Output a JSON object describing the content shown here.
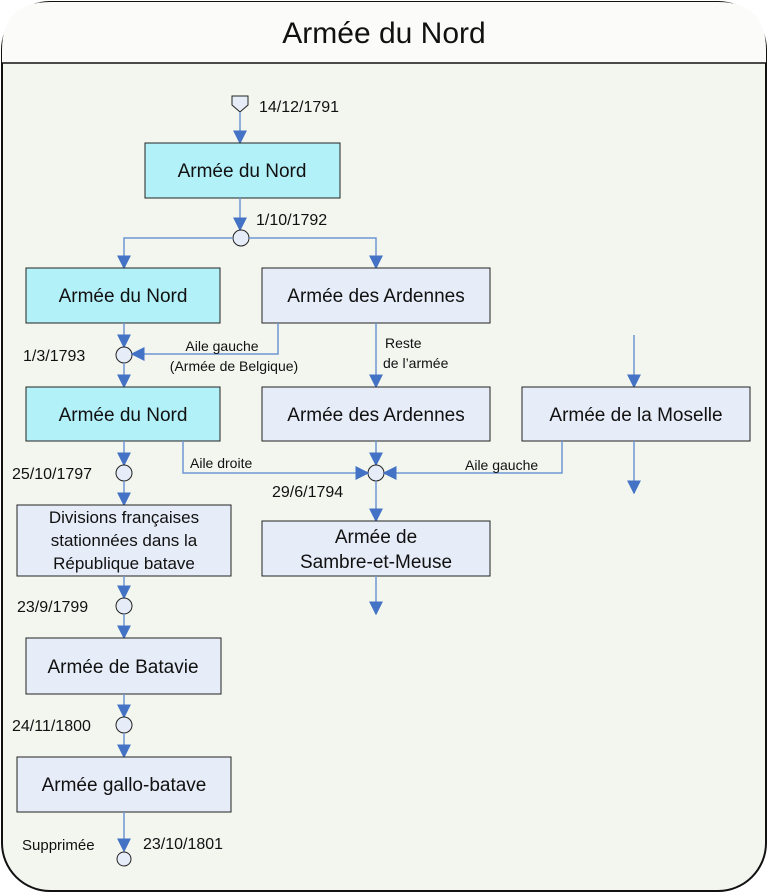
{
  "title": "Armée du Nord",
  "colors": {
    "background": "#f3f6ef",
    "cyan_box": "#b3f1f9",
    "lavender_box": "#e6ecf8",
    "arrow": "#4472c4"
  },
  "boxes": {
    "nord1": "Armée du Nord",
    "nord2": "Armée du Nord",
    "ardennes1": "Armée des Ardennes",
    "nord3": "Armée du Nord",
    "ardennes2": "Armée des Ardennes",
    "moselle": "Armée de la Moselle",
    "sambre": [
      "Armée de",
      "Sambre-et-Meuse"
    ],
    "divisions": [
      "Divisions françaises",
      "stationnées dans la",
      "République batave"
    ],
    "batavie": "Armée de Batavie",
    "gallo": "Armée gallo-batave"
  },
  "dates": {
    "start": "14/12/1791",
    "split": "1/10/1792",
    "merge1793": "1/3/1793",
    "merge1794": "29/6/1794",
    "d1797": "25/10/1797",
    "d1799": "23/9/1799",
    "d1800": "24/11/1800",
    "d1801": "23/10/1801"
  },
  "labels": {
    "aile_gauche_1": "Aile gauche",
    "armee_belgique": "(Armée de Belgique)",
    "reste1": "Reste",
    "reste2": "de l’armée",
    "aile_droite": "Aile droite",
    "aile_gauche_2": "Aile gauche",
    "supprimee": "Supprimée"
  }
}
